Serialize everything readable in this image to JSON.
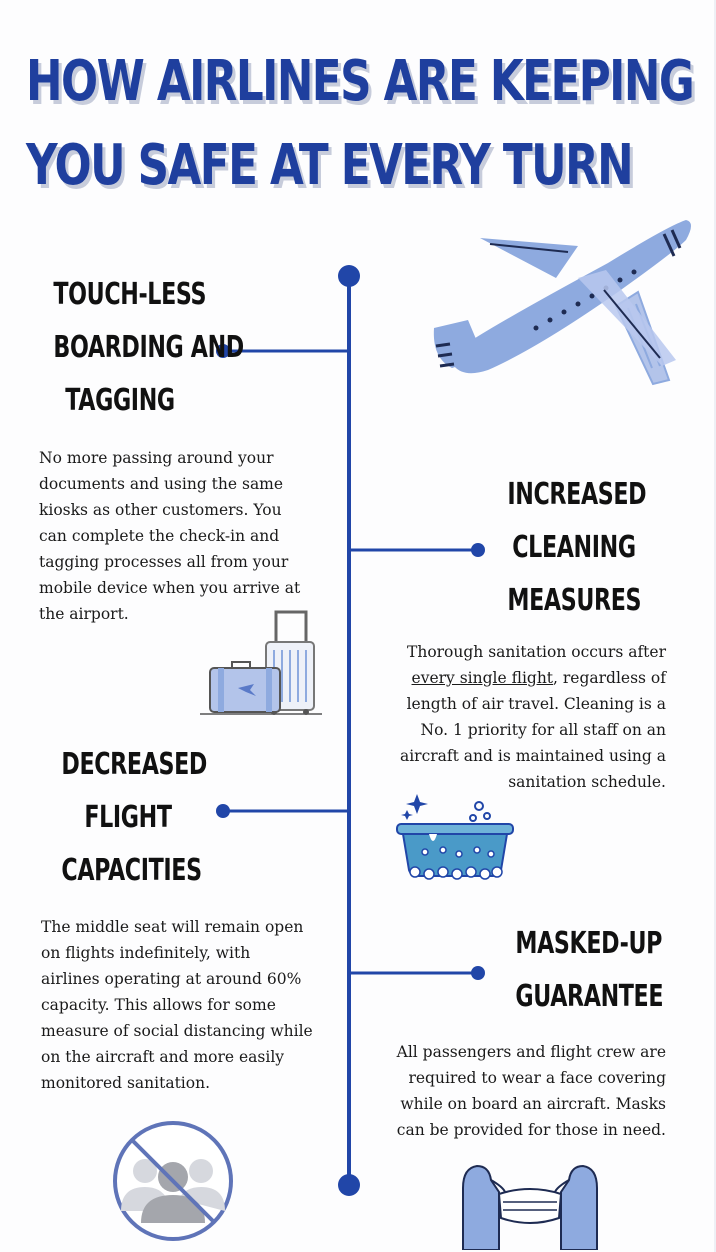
{
  "title": {
    "line1": "HOW AIRLINES ARE KEEPING",
    "line2": "YOU SAFE AT EVERY TURN"
  },
  "sections": [
    {
      "heading": [
        "TOUCH-LESS",
        "BOARDING AND",
        "TAGGING"
      ],
      "body": [
        "No more passing around your",
        "documents and using the same",
        "kiosks as other customers. You",
        "can complete the check-in and",
        "tagging processes all from your",
        "mobile device when you arrive at",
        "the airport."
      ],
      "icon": "luggage-icon"
    },
    {
      "heading": [
        "INCREASED",
        "CLEANING",
        "MEASURES"
      ],
      "body": [
        "Thorough sanitation occurs after",
        "every single flight",
        ", regardless of",
        "length of air travel. Cleaning is a",
        "No. 1 priority for all staff on an",
        "aircraft and is maintained using a",
        "sanitation schedule."
      ],
      "icon": "bathtub-icon"
    },
    {
      "heading": [
        "DECREASED",
        "FLIGHT",
        "CAPACITIES"
      ],
      "body": [
        "The middle seat will remain open",
        "on flights indefinitely, with",
        "airlines operating at around 60%",
        "capacity. This allows for some",
        "measure of social distancing while",
        "on the aircraft and more easily",
        "monitored sanitation."
      ],
      "icon": "no-crowd-icon"
    },
    {
      "heading": [
        "MASKED-UP",
        "GUARANTEE"
      ],
      "body": [
        "All passengers and flight crew are",
        "required to wear a face covering",
        "while on board an aircraft. Masks",
        "can be provided for those in need."
      ],
      "icon": "face-mask-icon"
    }
  ],
  "colors": {
    "title_blue": "#1f3f9e",
    "timeline_blue": "#2146a8",
    "illustration_blue": "#8eaadf",
    "dark_navy": "#1e2b52"
  },
  "decorations": [
    "airplane-icon"
  ]
}
